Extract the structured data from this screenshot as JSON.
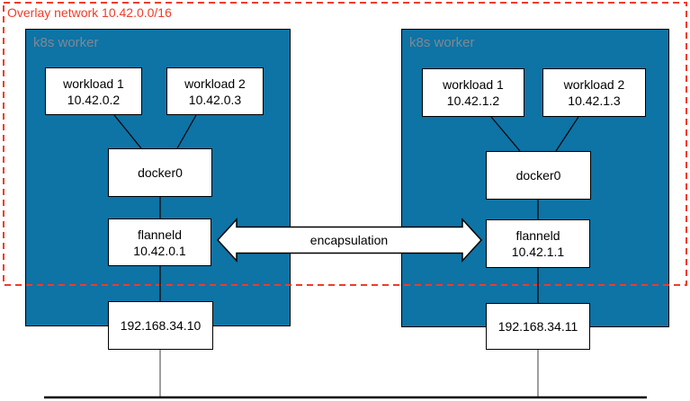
{
  "diagram_title": "Overlay network 10.42.0.0/16",
  "arrow_label": "encapsulation",
  "colors": {
    "worker_fill": "#0e73a5",
    "overlay_border": "#f23b28",
    "worker_label_gray": "#7d8994",
    "box_border": "#000000",
    "host_link_gray": "#7f7f7f"
  },
  "workers": [
    {
      "label": "k8s worker",
      "nodes": {
        "workload1": {
          "name": "workload 1",
          "ip": "10.42.0.2"
        },
        "workload2": {
          "name": "workload 2",
          "ip": "10.42.0.3"
        },
        "bridge": {
          "name": "docker0"
        },
        "flannel": {
          "name": "flanneld",
          "ip": "10.42.0.1"
        },
        "host_ip": {
          "name": "192.168.34.10"
        }
      }
    },
    {
      "label": "k8s worker",
      "nodes": {
        "workload1": {
          "name": "workload 1",
          "ip": "10.42.1.2"
        },
        "workload2": {
          "name": "workload 2",
          "ip": "10.42.1.3"
        },
        "bridge": {
          "name": "docker0"
        },
        "flannel": {
          "name": "flanneld",
          "ip": "10.42.1.1"
        },
        "host_ip": {
          "name": "192.168.34.11"
        }
      }
    }
  ]
}
